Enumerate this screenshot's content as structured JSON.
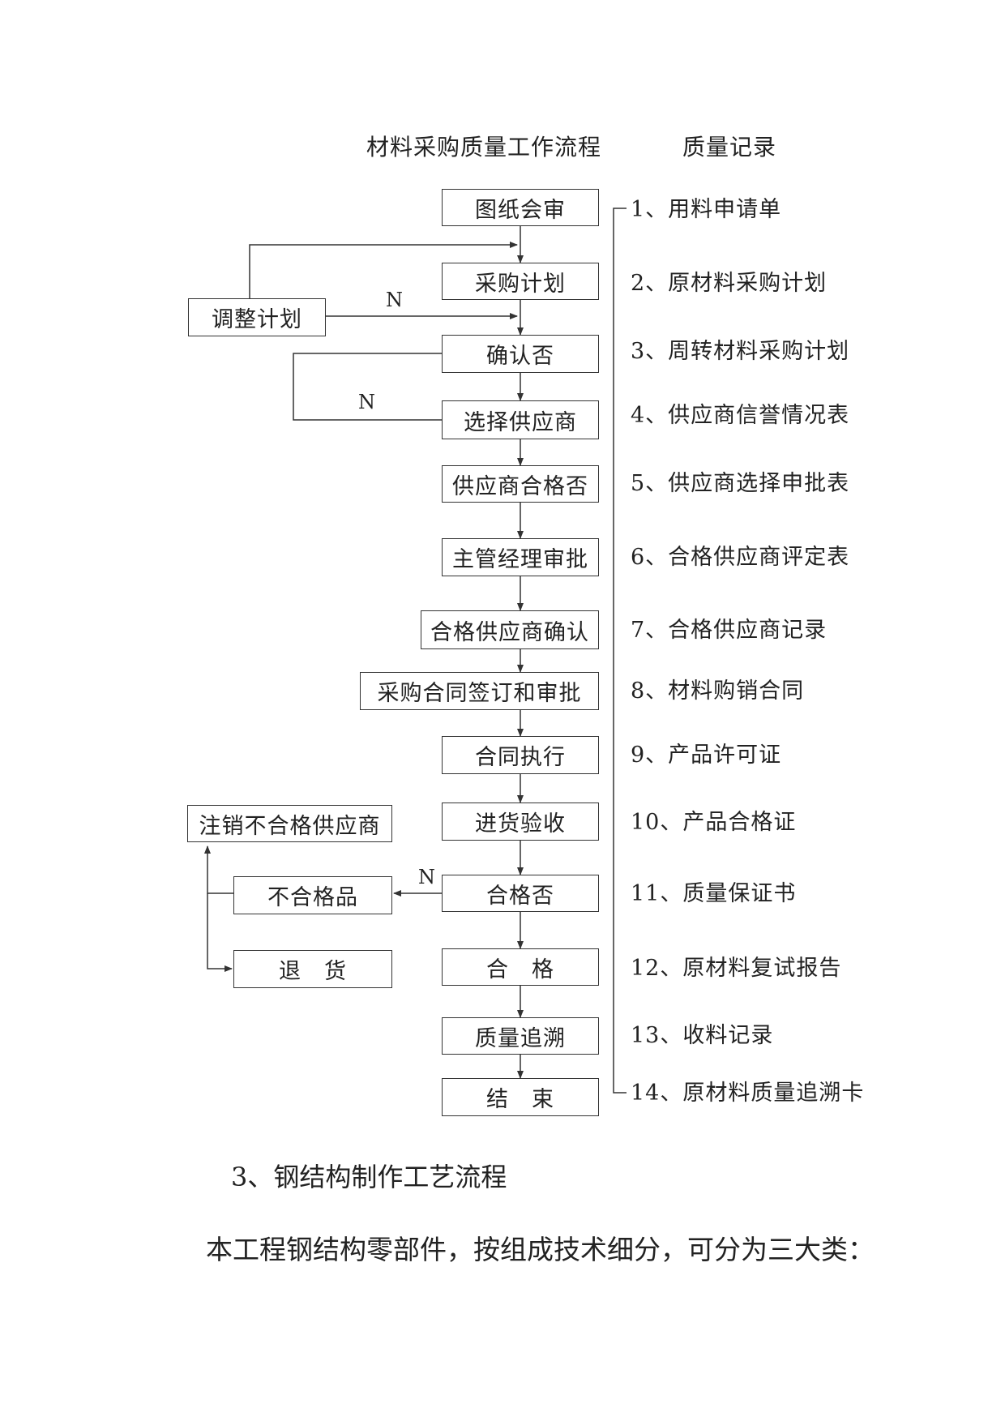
{
  "titles": {
    "flow": "材料采购质量工作流程",
    "records": "质量记录"
  },
  "flow": {
    "main": [
      "图纸会审",
      "采购计划",
      "确认否",
      "选择供应商",
      "供应商合格否",
      "主管经理审批",
      "合格供应商确认",
      "采购合同签订和审批",
      "合同执行",
      "进货验收",
      "合格否",
      "合　格",
      "质量追溯",
      "结　束"
    ],
    "side": {
      "adjust_plan": "调整计划",
      "cancel_supplier": "注销不合格供应商",
      "nonconforming": "不合格品",
      "return_goods": "退　货"
    },
    "labels": {
      "n1": "N",
      "n2": "N",
      "n3": "N"
    }
  },
  "records": [
    "1、用料申请单",
    "2、原材料采购计划",
    "3、周转材料采购计划",
    "4、供应商信誉情况表",
    "5、供应商选择申批表",
    "6、合格供应商评定表",
    "7、合格供应商记录",
    "8、材料购销合同",
    "9、产品许可证",
    "10、产品合格证",
    "11、质量保证书",
    "12、原材料复试报告",
    "13、收料记录",
    "14、原材料质量追溯卡"
  ],
  "section": {
    "heading": "3、钢结构制作工艺流程",
    "paragraph": "本工程钢结构零部件，按组成技术细分，可分为三大类："
  }
}
